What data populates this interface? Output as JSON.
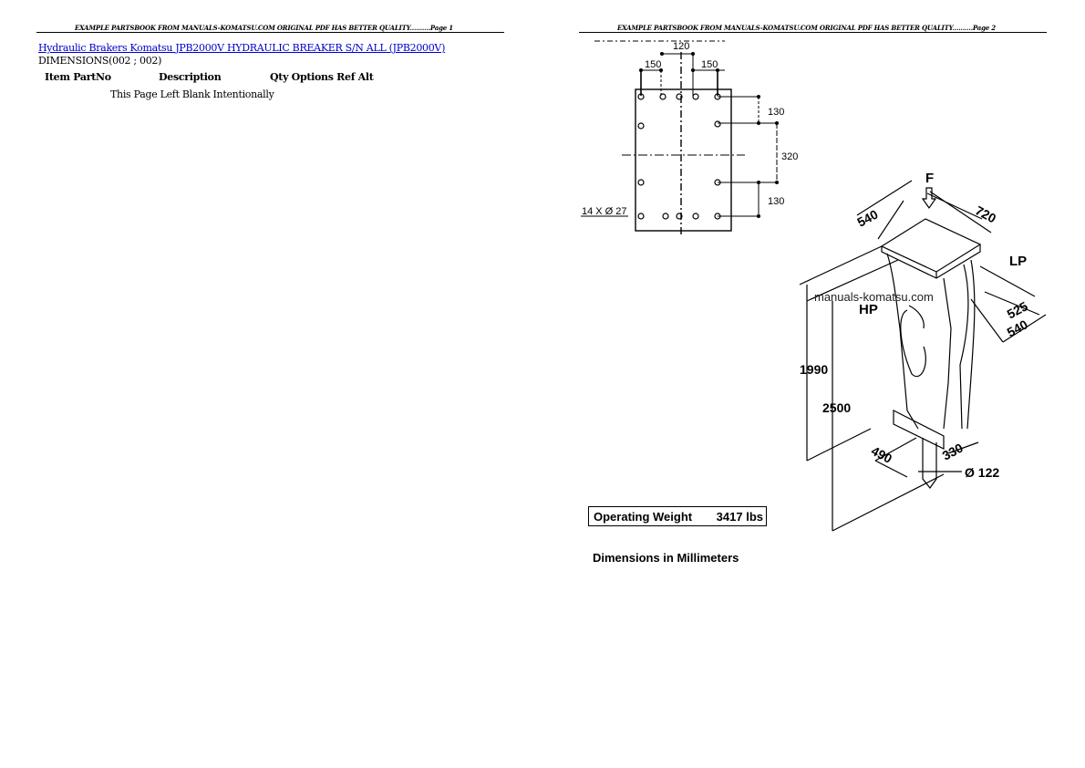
{
  "pages": [
    {
      "header": "EXAMPLE PARTSBOOK FROM MANUALS-KOMATSU.COM ORIGINAL PDF HAS BETTER QUALITY..........Page 1",
      "breadcrumb": {
        "link1": "Hydraulic Brakers Komatsu",
        "link2": "JPB2000V HYDRAULIC BREAKER S/N ALL (JPB2000V)"
      },
      "section": "DIMENSIONS(002 ; 002)",
      "table": {
        "columns": [
          "Item PartNo",
          "Description",
          "Qty Options Ref Alt"
        ],
        "rows": []
      },
      "note": "This Page Left Blank Intentionally"
    },
    {
      "header": "EXAMPLE PARTSBOOK FROM MANUALS-KOMATSU.COM ORIGINAL PDF HAS BETTER QUALITY..........Page 2",
      "drawing": {
        "top_plate": {
          "dim_center": "120",
          "dim_left": "150",
          "dim_right": "150",
          "dim_right_top": "130",
          "dim_right_mid": "320",
          "dim_right_bottom": "130",
          "holes_label": "14 X Ø 27"
        },
        "breaker": {
          "force_label": "F",
          "width_top": "540",
          "depth_top": "720",
          "lp_label": "LP",
          "hp_label": "HP",
          "dim_525": "525",
          "dim_540": "540",
          "height_1990": "1990",
          "height_2500": "2500",
          "dim_490": "490",
          "dim_330": "330",
          "tool_diameter": "Ø 122"
        },
        "watermark": "manuals-komatsu.com"
      },
      "operating_weight": {
        "label": "Operating Weight",
        "value": "3417 lbs"
      },
      "caption": "Dimensions in Millimeters"
    }
  ]
}
